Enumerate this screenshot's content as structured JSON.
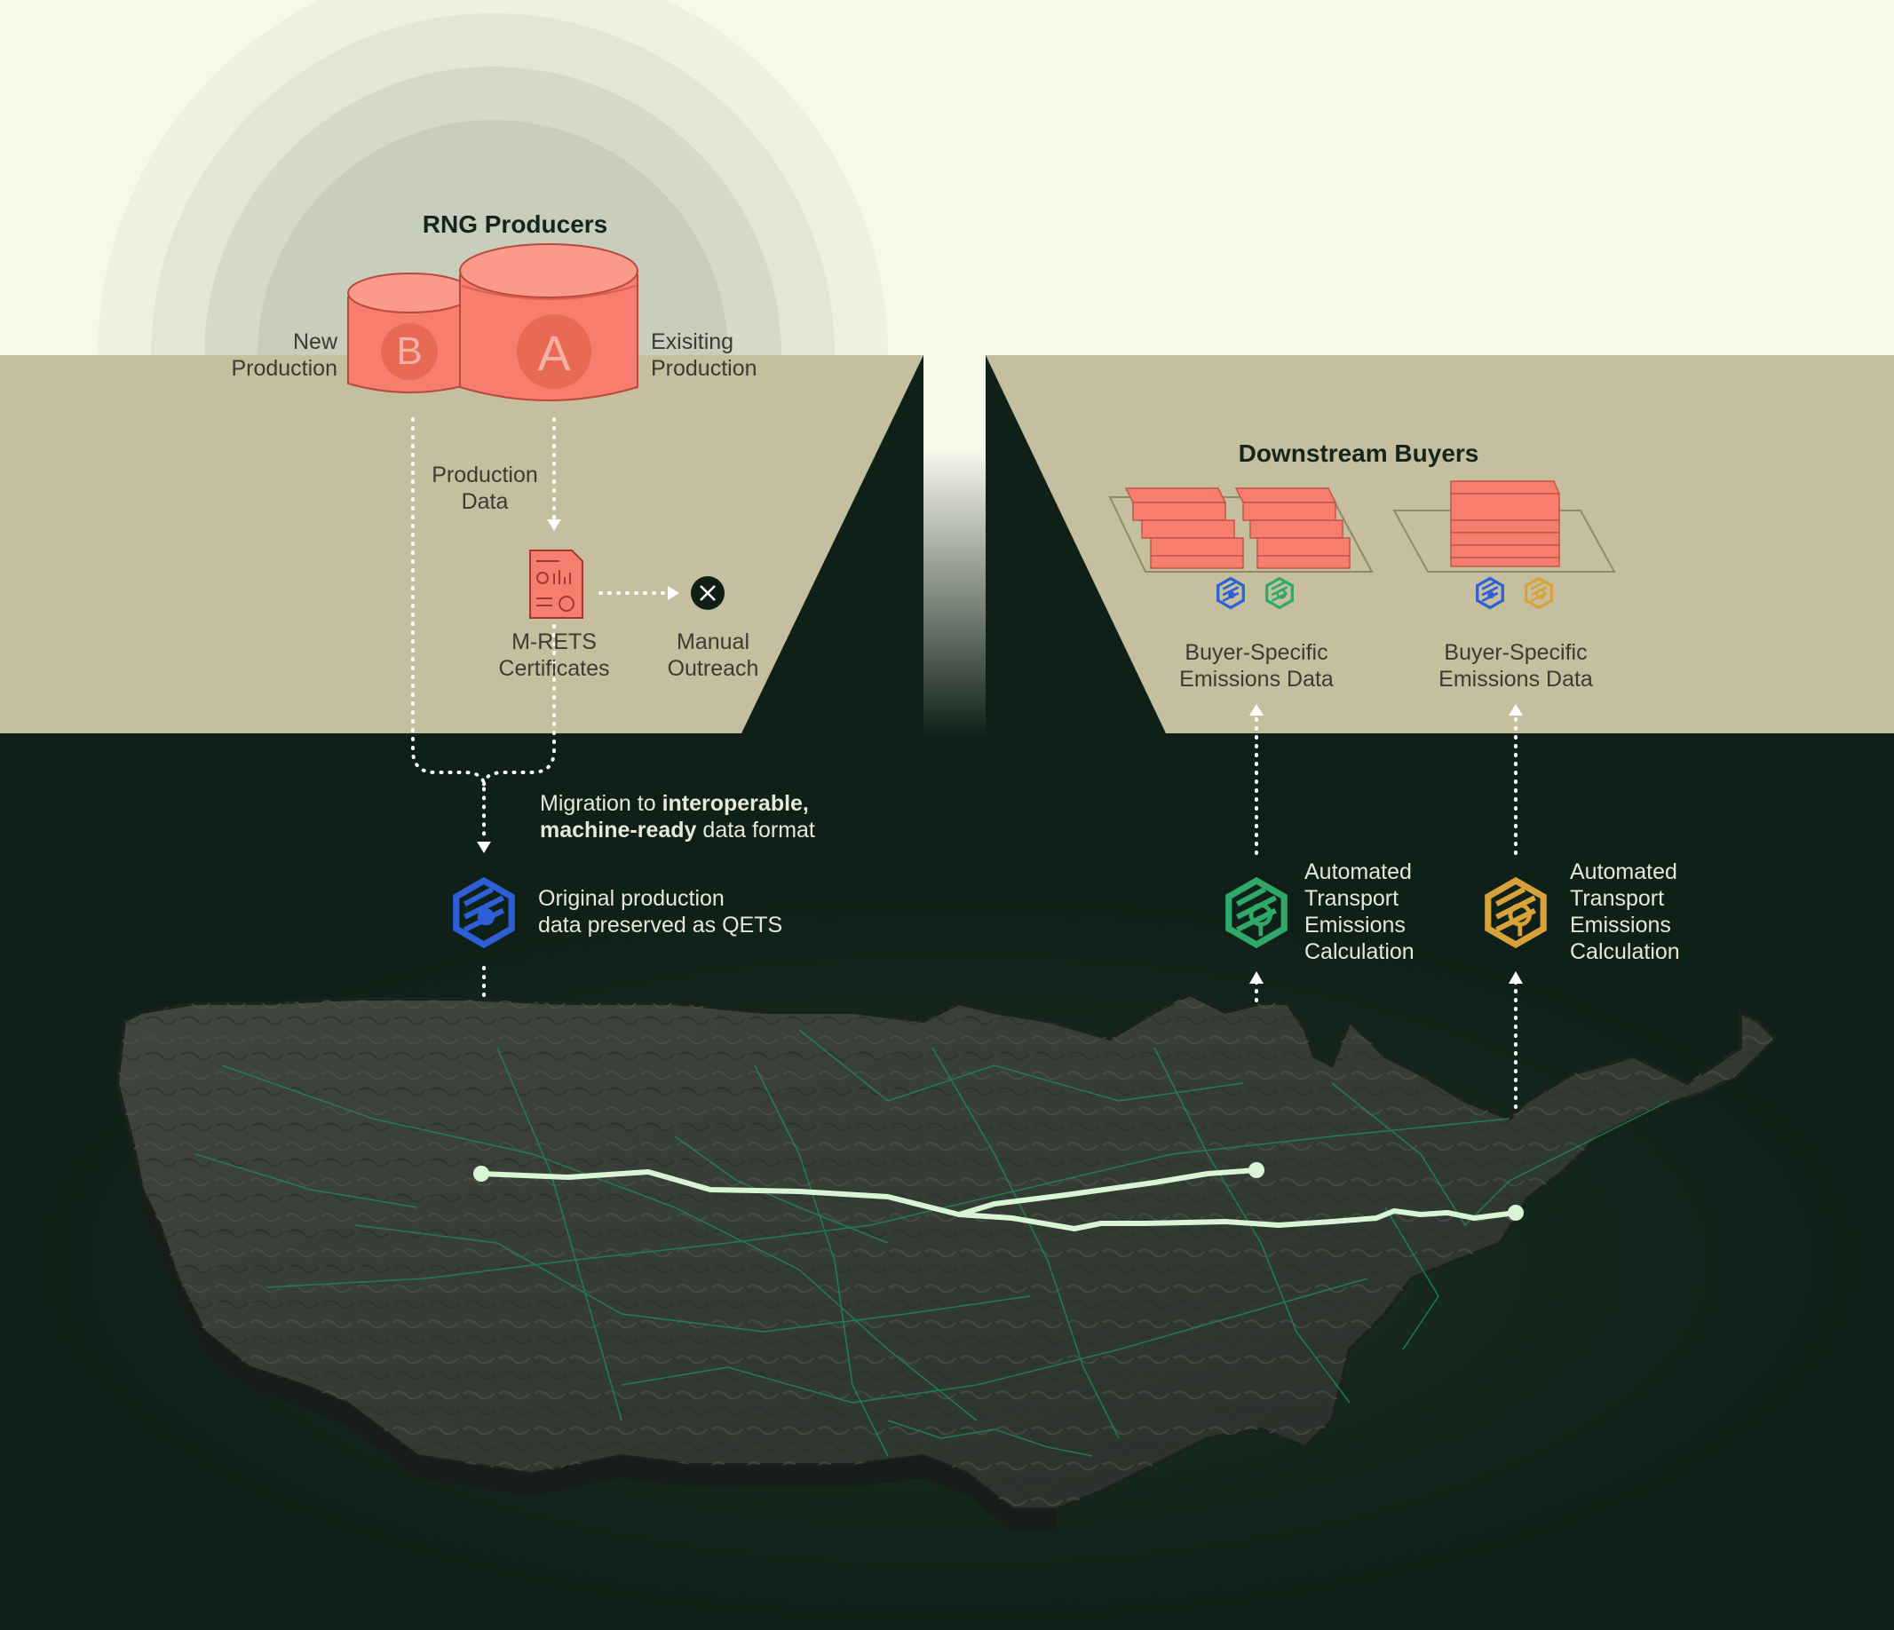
{
  "colors": {
    "sky": "#f6f8ea",
    "ground": "#c5bf9f",
    "dark_bg": "#0f2018",
    "tank": "#f77e6e",
    "tank_badge": "#e86a55",
    "qets_blue": "#2f5fd6",
    "transport_green": "#2fa86a",
    "transport_amber": "#d8a23a",
    "route": "#d8f5d4"
  },
  "producers": {
    "title": "RNG Producers",
    "tank_a_letter": "A",
    "tank_b_letter": "B",
    "new_production": [
      "New",
      "Production"
    ],
    "existing_production": [
      "Exisiting",
      "Production"
    ],
    "production_data": [
      "Production",
      "Data"
    ]
  },
  "certificates": {
    "label": [
      "M-RETS",
      "Certificates"
    ],
    "outreach": [
      "Manual",
      "Outreach"
    ],
    "document_icon": "certificate-document-icon",
    "close_icon": "close-x-icon"
  },
  "migration": {
    "prefix": "Migration to ",
    "bold1": "interoperable,",
    "bold2": "machine-ready",
    "suffix": " data format"
  },
  "qets": {
    "line1": "Original production",
    "line2": "data preserved as QETS",
    "icon": "qets-cube-icon"
  },
  "buyers": {
    "title": "Downstream Buyers",
    "left_label": [
      "Buyer-Specific",
      "Emissions Data"
    ],
    "right_label": [
      "Buyer-Specific",
      "Emissions Data"
    ]
  },
  "transport": {
    "left": [
      "Automated",
      "Transport",
      "Emissions",
      "Calculation"
    ],
    "right": [
      "Automated",
      "Transport",
      "Emissions",
      "Calculation"
    ],
    "icon": "transport-cube-icon"
  },
  "map": {
    "name": "united-states-relief-map",
    "pipelines_icon": "pipeline-network"
  }
}
